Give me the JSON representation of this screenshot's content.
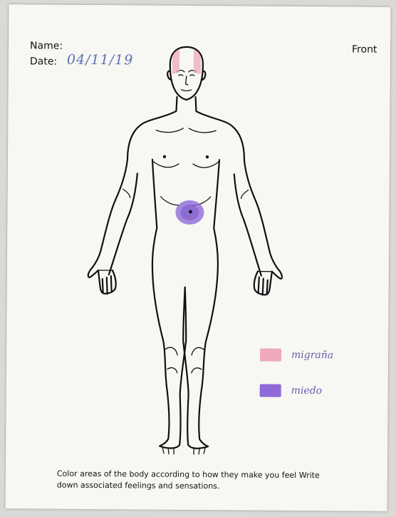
{
  "header": {
    "name_label": "Name:",
    "date_label": "Date:",
    "date_value": "04/11/19",
    "view_label": "Front"
  },
  "legend": [
    {
      "color": "#eea9bd",
      "text": "migraña"
    },
    {
      "color": "#8f6ad8",
      "text": "miedo"
    }
  ],
  "instructions": "Color areas of the body according to how they make you feel Write down associated feelings and sensations.",
  "watermark": "",
  "colors": {
    "paper": "#f7f7f4",
    "outline": "#111111",
    "handwriting": "#5b6fb0",
    "migraine_mark": "#eea9bd",
    "fear_mark": "#8f6ad8"
  },
  "icons": [
    "human-body-outline-front"
  ]
}
